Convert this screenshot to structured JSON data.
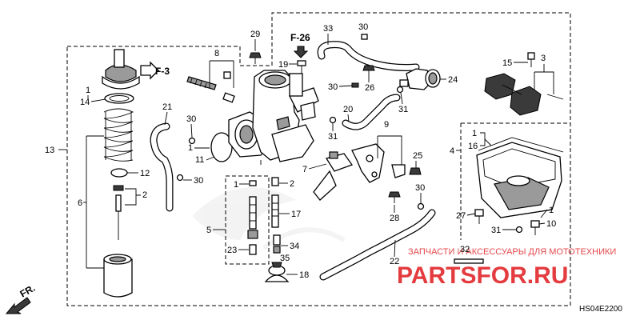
{
  "diagram": {
    "code": "HS04E2200",
    "front_label": "FR.",
    "watermark_url": "PARTSFOR.RU",
    "watermark_subtitle": "ЗАПЧАСТИ И АКСЕССУАРЫ ДЛЯ МОТОТЕХНИКИ",
    "references": [
      "F-3",
      "F-26"
    ],
    "callouts": {
      "c1a": "1",
      "c14": "14",
      "c13": "13",
      "c12": "12",
      "c2a": "2",
      "c6": "6",
      "c21": "21",
      "c30a": "30",
      "c30b": "30",
      "c8": "8",
      "c29": "29",
      "c1b": "1",
      "c11": "11",
      "c19": "19",
      "c33": "33",
      "c30c": "30",
      "c26": "26",
      "c24": "24",
      "c30d": "30",
      "c31a": "31",
      "c20": "20",
      "c31b": "31",
      "c9": "9",
      "c7": "7",
      "c25": "25",
      "c30e": "30",
      "c28": "28",
      "c1c": "1",
      "c2b": "2",
      "c17": "17",
      "c5": "5",
      "c34": "34",
      "c23": "23",
      "c35": "35",
      "c18": "18",
      "c22": "22",
      "c32": "32",
      "c15": "15",
      "c3": "3",
      "c4": "4",
      "c1d": "1",
      "c16": "16",
      "c27": "27",
      "c31c": "31",
      "c1e": "1",
      "c10": "10"
    }
  }
}
